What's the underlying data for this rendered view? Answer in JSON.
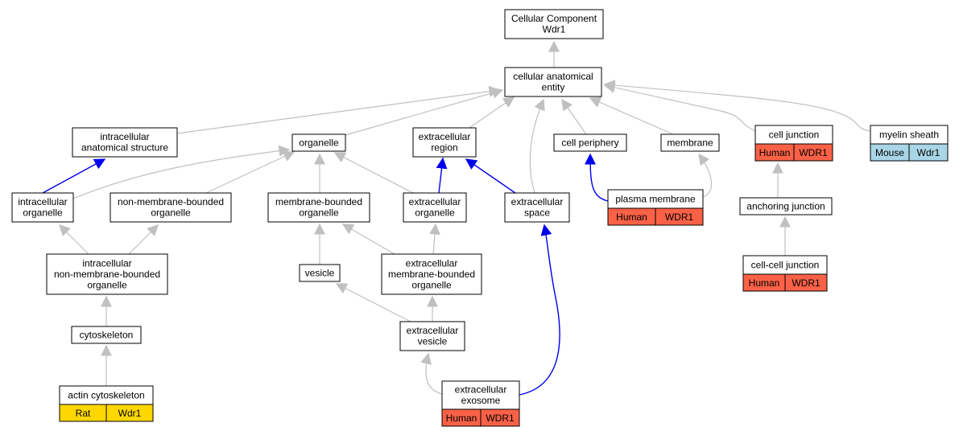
{
  "graph": {
    "nodes": [
      {
        "id": "root",
        "lines": [
          "Cellular Component",
          "Wdr1"
        ]
      },
      {
        "id": "cae",
        "lines": [
          "cellular anatomical",
          "entity"
        ]
      },
      {
        "id": "ias",
        "lines": [
          "intracellular",
          "anatomical structure"
        ]
      },
      {
        "id": "organelle",
        "lines": [
          "organelle"
        ]
      },
      {
        "id": "ecr",
        "lines": [
          "extracellular",
          "region"
        ]
      },
      {
        "id": "cp",
        "lines": [
          "cell periphery"
        ]
      },
      {
        "id": "membrane",
        "lines": [
          "membrane"
        ]
      },
      {
        "id": "cj",
        "lines": [
          "cell junction"
        ],
        "annotations": [
          {
            "species": "Human",
            "gene": "WDR1"
          }
        ]
      },
      {
        "id": "myelin",
        "lines": [
          "myelin sheath"
        ],
        "annotations": [
          {
            "species": "Mouse",
            "gene": "Wdr1"
          }
        ]
      },
      {
        "id": "io",
        "lines": [
          "intracellular",
          "organelle"
        ]
      },
      {
        "id": "nmbo",
        "lines": [
          "non-membrane-bounded",
          "organelle"
        ]
      },
      {
        "id": "mbo",
        "lines": [
          "membrane-bounded",
          "organelle"
        ]
      },
      {
        "id": "eco",
        "lines": [
          "extracellular",
          "organelle"
        ]
      },
      {
        "id": "ecs",
        "lines": [
          "extracellular",
          "space"
        ]
      },
      {
        "id": "pm",
        "lines": [
          "plasma membrane"
        ],
        "annotations": [
          {
            "species": "Human",
            "gene": "WDR1"
          }
        ]
      },
      {
        "id": "aj",
        "lines": [
          "anchoring junction"
        ]
      },
      {
        "id": "inmbo",
        "lines": [
          "intracellular",
          "non-membrane-bounded",
          "organelle"
        ]
      },
      {
        "id": "vesicle",
        "lines": [
          "vesicle"
        ]
      },
      {
        "id": "embo",
        "lines": [
          "extracellular",
          "membrane-bounded",
          "organelle"
        ]
      },
      {
        "id": "ccj",
        "lines": [
          "cell-cell junction"
        ],
        "annotations": [
          {
            "species": "Human",
            "gene": "WDR1"
          }
        ]
      },
      {
        "id": "cytoskeleton",
        "lines": [
          "cytoskeleton"
        ]
      },
      {
        "id": "ecv",
        "lines": [
          "extracellular",
          "vesicle"
        ]
      },
      {
        "id": "actin",
        "lines": [
          "actin cytoskeleton"
        ],
        "annotations": [
          {
            "species": "Rat",
            "gene": "Wdr1"
          }
        ]
      },
      {
        "id": "exosome",
        "lines": [
          "extracellular",
          "exosome"
        ],
        "annotations": [
          {
            "species": "Human",
            "gene": "WDR1"
          }
        ]
      }
    ],
    "edges": [
      {
        "from": "cae",
        "to": "root",
        "type": "is_a"
      },
      {
        "from": "ias",
        "to": "cae",
        "type": "is_a"
      },
      {
        "from": "organelle",
        "to": "cae",
        "type": "is_a"
      },
      {
        "from": "ecr",
        "to": "cae",
        "type": "is_a"
      },
      {
        "from": "cp",
        "to": "cae",
        "type": "is_a"
      },
      {
        "from": "membrane",
        "to": "cae",
        "type": "is_a"
      },
      {
        "from": "cj",
        "to": "cae",
        "type": "is_a"
      },
      {
        "from": "myelin",
        "to": "cae",
        "type": "is_a"
      },
      {
        "from": "ecs",
        "to": "cae",
        "type": "is_a"
      },
      {
        "from": "io",
        "to": "ias",
        "type": "part_of"
      },
      {
        "from": "io",
        "to": "organelle",
        "type": "is_a"
      },
      {
        "from": "nmbo",
        "to": "organelle",
        "type": "is_a"
      },
      {
        "from": "mbo",
        "to": "organelle",
        "type": "is_a"
      },
      {
        "from": "eco",
        "to": "organelle",
        "type": "is_a"
      },
      {
        "from": "eco",
        "to": "ecr",
        "type": "part_of"
      },
      {
        "from": "ecs",
        "to": "ecr",
        "type": "part_of"
      },
      {
        "from": "pm",
        "to": "cp",
        "type": "part_of"
      },
      {
        "from": "pm",
        "to": "membrane",
        "type": "is_a"
      },
      {
        "from": "aj",
        "to": "cj",
        "type": "is_a"
      },
      {
        "from": "inmbo",
        "to": "io",
        "type": "is_a"
      },
      {
        "from": "inmbo",
        "to": "nmbo",
        "type": "is_a"
      },
      {
        "from": "vesicle",
        "to": "mbo",
        "type": "is_a"
      },
      {
        "from": "embo",
        "to": "mbo",
        "type": "is_a"
      },
      {
        "from": "embo",
        "to": "eco",
        "type": "is_a"
      },
      {
        "from": "ccj",
        "to": "aj",
        "type": "is_a"
      },
      {
        "from": "cytoskeleton",
        "to": "inmbo",
        "type": "is_a"
      },
      {
        "from": "ecv",
        "to": "vesicle",
        "type": "is_a"
      },
      {
        "from": "ecv",
        "to": "embo",
        "type": "is_a"
      },
      {
        "from": "actin",
        "to": "cytoskeleton",
        "type": "is_a"
      },
      {
        "from": "exosome",
        "to": "ecv",
        "type": "is_a"
      },
      {
        "from": "exosome",
        "to": "ecs",
        "type": "part_of"
      }
    ]
  },
  "colors": {
    "is_a_edge": "#c0c0c0",
    "part_of_edge": "#0000ee",
    "Human": "#fa6147",
    "Mouse": "#a9d6e6",
    "Rat": "#ffd700"
  }
}
